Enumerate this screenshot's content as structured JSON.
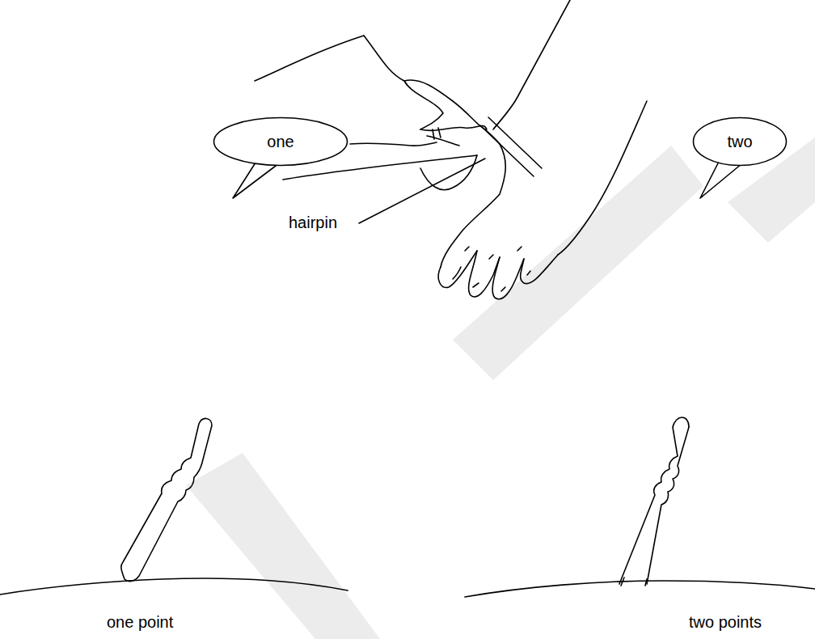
{
  "diagram": {
    "nodes": [
      {
        "text": [
          "one"
        ]
      },
      {
        "text": [
          "two"
        ]
      }
    ],
    "labels": [
      "hairpin",
      "one point",
      "two points"
    ]
  }
}
